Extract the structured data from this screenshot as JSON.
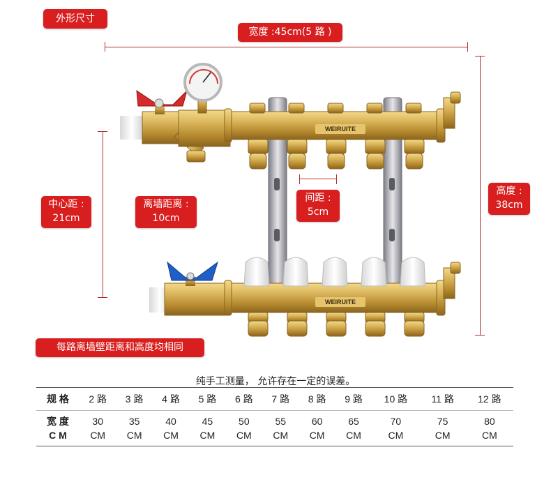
{
  "header_tag": "外形尺寸",
  "width_label": "宽度 :45cm(5 路 )",
  "center_distance": {
    "l1": "中心距 :",
    "l2": "21cm"
  },
  "wall_distance": {
    "l1": "离墙距离 :",
    "l2": "10cm"
  },
  "spacing": {
    "l1": "间距 :",
    "l2": "5cm"
  },
  "height_label": {
    "l1": "高度 :",
    "l2": "38cm"
  },
  "brand": "WEIRUITE",
  "footnote_tag": "每路离墙壁距离和高度均相同",
  "measure_note": "纯手工测量， 允许存在一定的误差。",
  "table": {
    "row1_header": "规 格",
    "row2_header_l1": "宽 度",
    "row2_header_l2": "C M",
    "specs": [
      "2 路",
      "3 路",
      "4 路",
      "5 路",
      "6 路",
      "7 路",
      "8 路",
      "9 路",
      "10 路",
      "11 路",
      "12 路"
    ],
    "widths": [
      "30",
      "35",
      "40",
      "45",
      "50",
      "55",
      "60",
      "65",
      "70",
      "75",
      "80"
    ],
    "unit": "CM"
  },
  "colors": {
    "accent": "#d81e1e",
    "brass": "#c9a24a",
    "steel": "#9c9ca4",
    "valve_red": "#d62b2b",
    "valve_blue": "#1e5fc9"
  }
}
